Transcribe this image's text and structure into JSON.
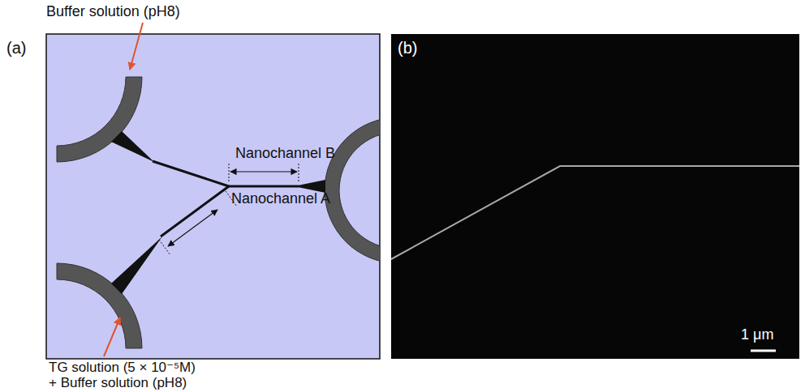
{
  "diagram": {
    "labels": [
      "(a)",
      "Buffer solution (pH8)",
      "Nanochannel B",
      "Nanochannel A",
      "TG solution (5 × 10⁻⁵M)",
      "+ Buffer solution (pH8)",
      "(b)",
      "1 μm"
    ]
  }
}
